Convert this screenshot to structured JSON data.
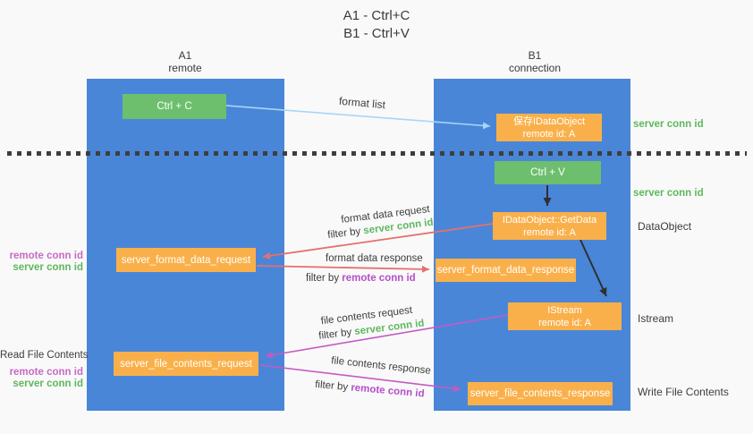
{
  "title": {
    "line1": "A1 - Ctrl+C",
    "line2": "B1 - Ctrl+V"
  },
  "columns": {
    "a": {
      "name": "A1",
      "subtitle": "remote"
    },
    "b": {
      "name": "B1",
      "subtitle": "connection"
    }
  },
  "boxes": {
    "ctrl_c": {
      "label": "Ctrl + C"
    },
    "save_dataobject": {
      "line1": "保存IDataObject",
      "line2": "remote id: A"
    },
    "ctrl_v": {
      "label": "Ctrl + V"
    },
    "getdata": {
      "line1": "IDataObject::GetData",
      "line2": "remote id: A"
    },
    "format_request": {
      "label": "server_format_data_request"
    },
    "format_response": {
      "label": "server_format_data_response"
    },
    "istream": {
      "line1": "IStream",
      "line2": "remote id: A"
    },
    "file_request": {
      "label": "server_file_contents_request"
    },
    "file_response": {
      "label": "server_file_contents_response"
    }
  },
  "flow_labels": {
    "format_list": "format list",
    "format_request": "format data request",
    "format_request_filter_prefix": "filter by ",
    "format_request_filter_key": "server conn id",
    "format_response": "format data response",
    "format_response_filter_prefix": "filter by ",
    "format_response_filter_key": "remote conn id",
    "file_request": "file contents request",
    "file_request_filter_prefix": "filter by ",
    "file_request_filter_key": "server conn id",
    "file_response": "file contents response",
    "file_response_filter_prefix": "filter by ",
    "file_response_filter_key": "remote conn id"
  },
  "left_labels": {
    "remote_conn_id_top": "remote conn id",
    "server_conn_id_top": "server conn id",
    "read_file": "Read File Contents",
    "remote_conn_id_bottom": "remote conn id",
    "server_conn_id_bottom": "server conn id"
  },
  "right_labels": {
    "server_conn_id_top": "server conn id",
    "server_conn_id_mid": "server conn id",
    "dataobject": "DataObject",
    "istream": "Istream",
    "write_file": "Write File Contents"
  },
  "colors": {
    "column_blue": "#4a86d8",
    "box_green": "#6dbf6e",
    "box_orange": "#fab04a",
    "arrow_red": "#e5706e",
    "arrow_magenta": "#c45ac4",
    "arrow_blue": "#a9d5f5",
    "arrow_black": "#2f2f2f",
    "text_green": "#5eb75e",
    "text_magenta": "#c76ac7",
    "text_purple": "#b44fc9"
  }
}
